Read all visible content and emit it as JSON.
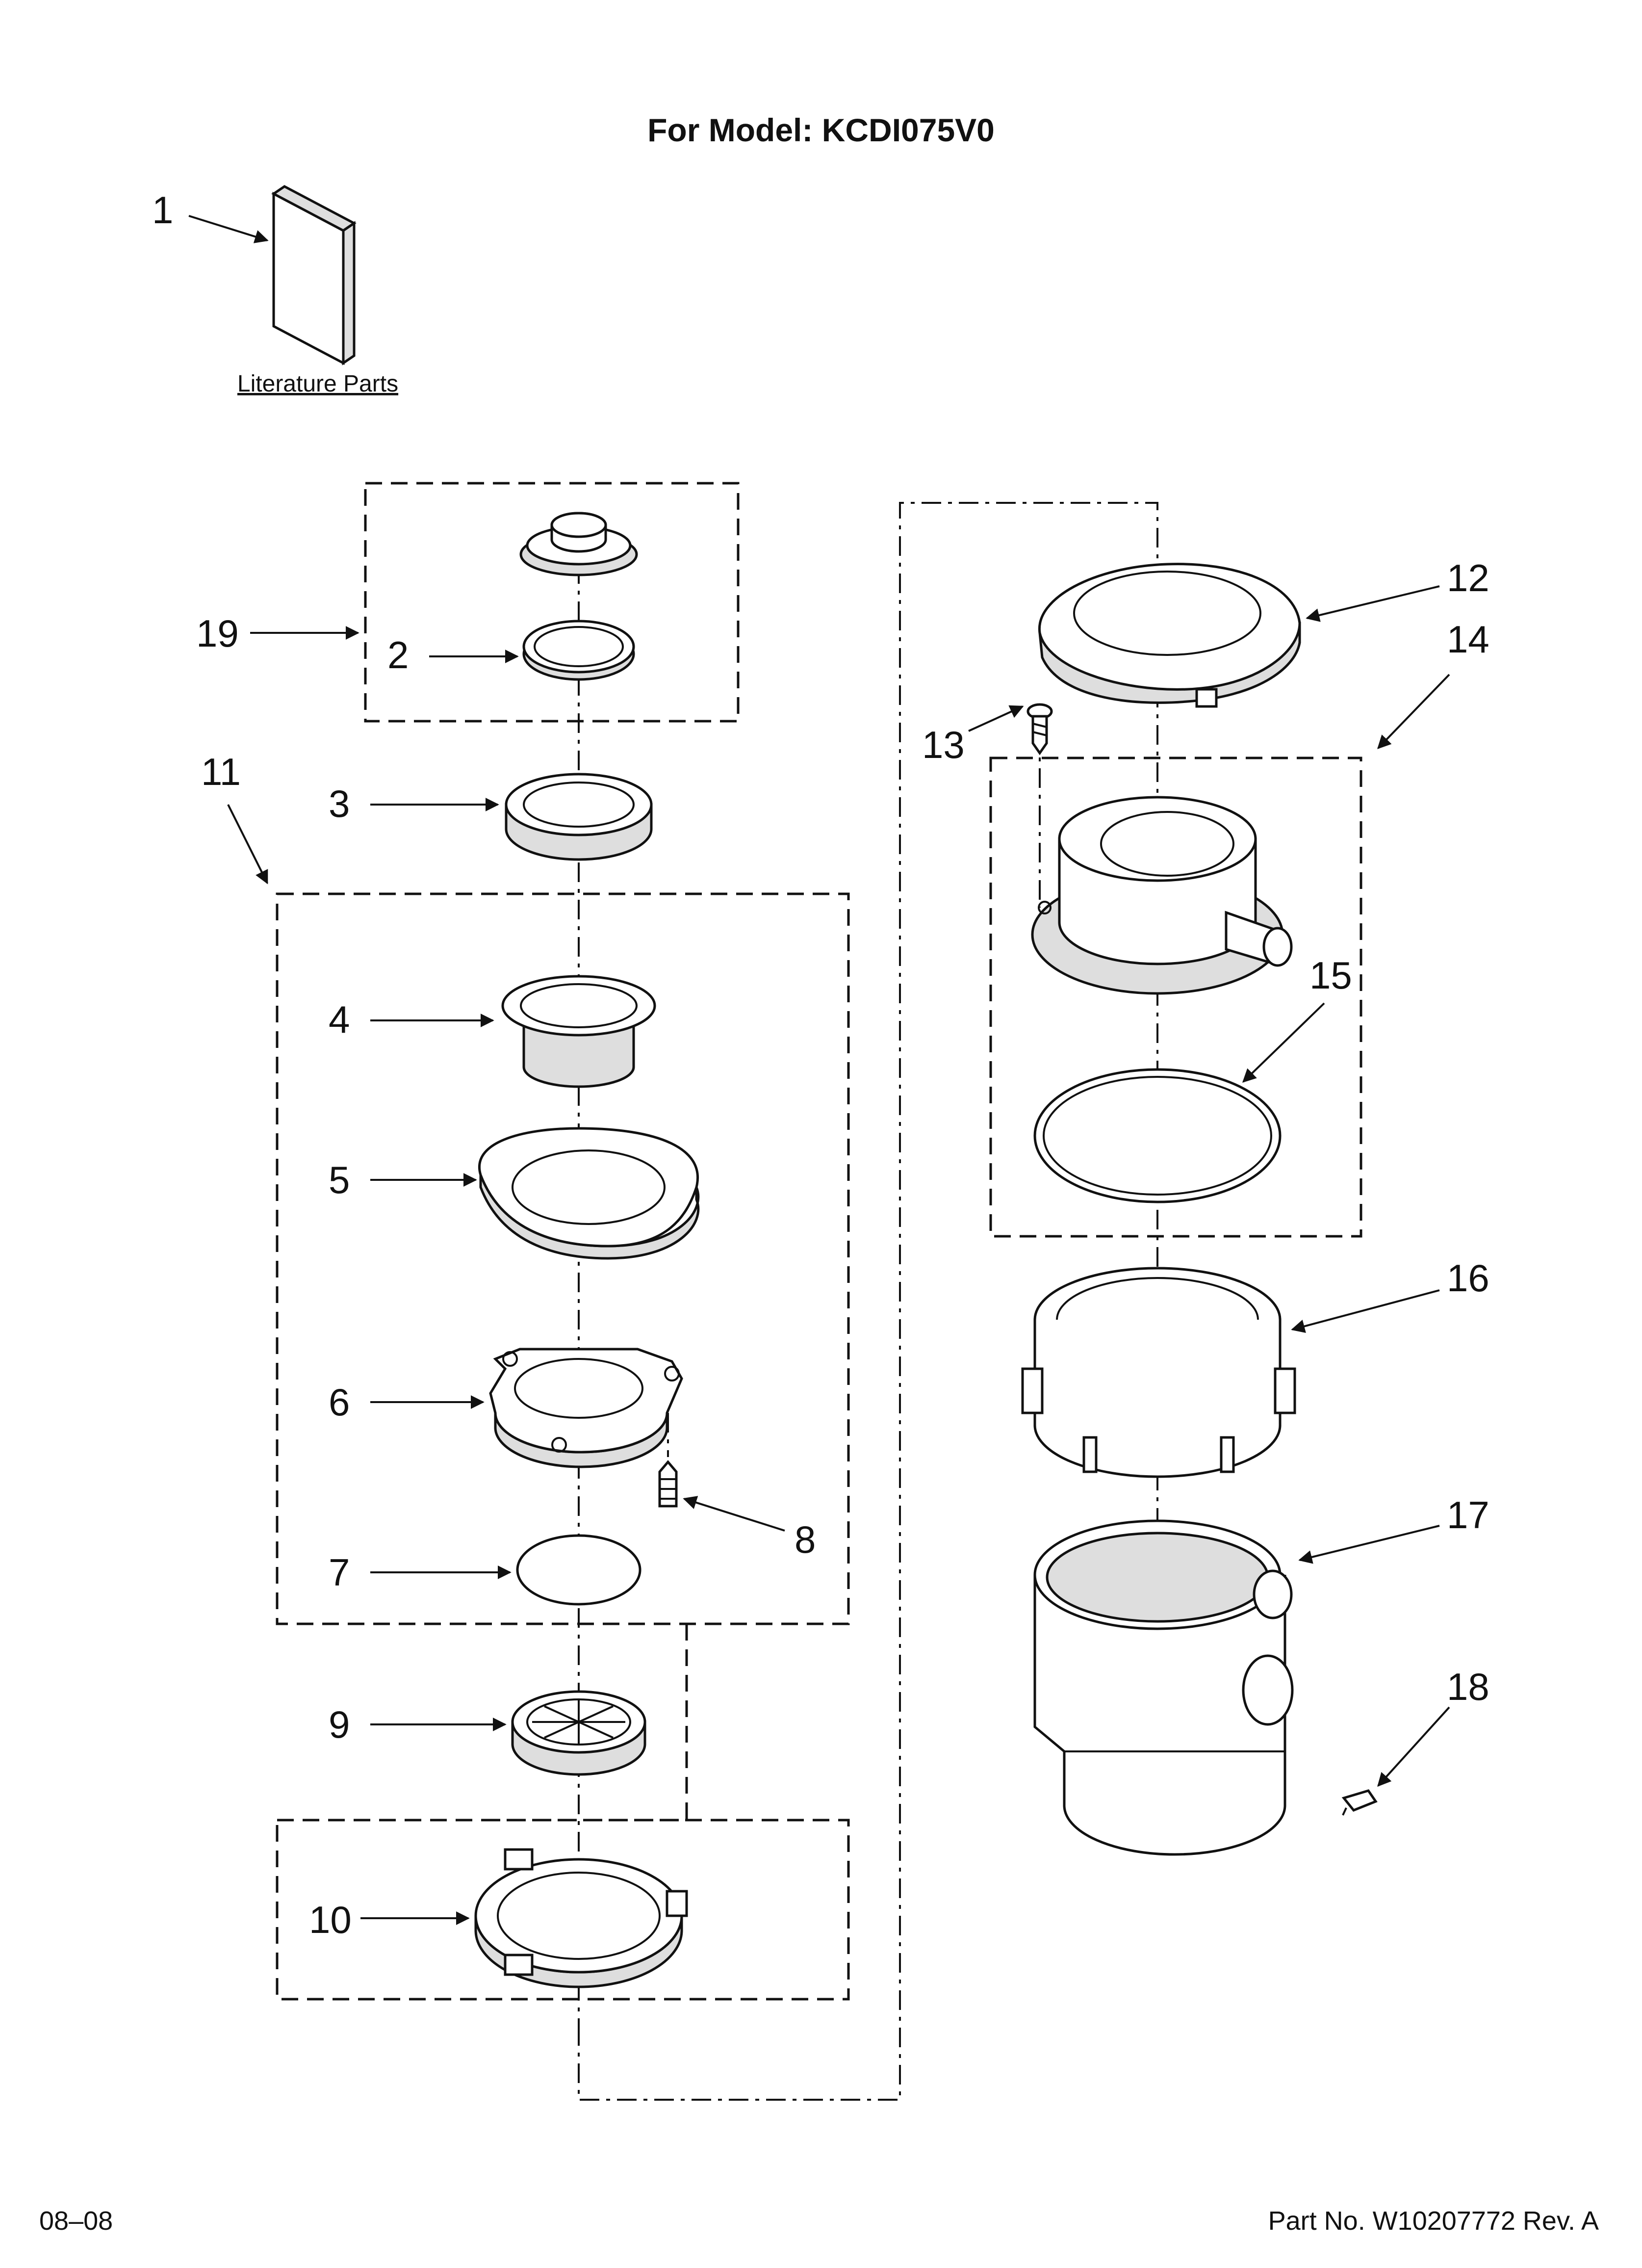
{
  "title": "For Model: KCDI075V0",
  "literature_label": "Literature Parts",
  "footer": {
    "date_code": "08–08",
    "part_number": "Part No. W10207772 Rev. A"
  },
  "callouts": {
    "c1": "1",
    "c2": "2",
    "c3": "3",
    "c4": "4",
    "c5": "5",
    "c6": "6",
    "c7": "7",
    "c8": "8",
    "c9": "9",
    "c10": "10",
    "c11": "11",
    "c12": "12",
    "c13": "13",
    "c14": "14",
    "c15": "15",
    "c16": "16",
    "c17": "17",
    "c18": "18",
    "c19": "19"
  }
}
